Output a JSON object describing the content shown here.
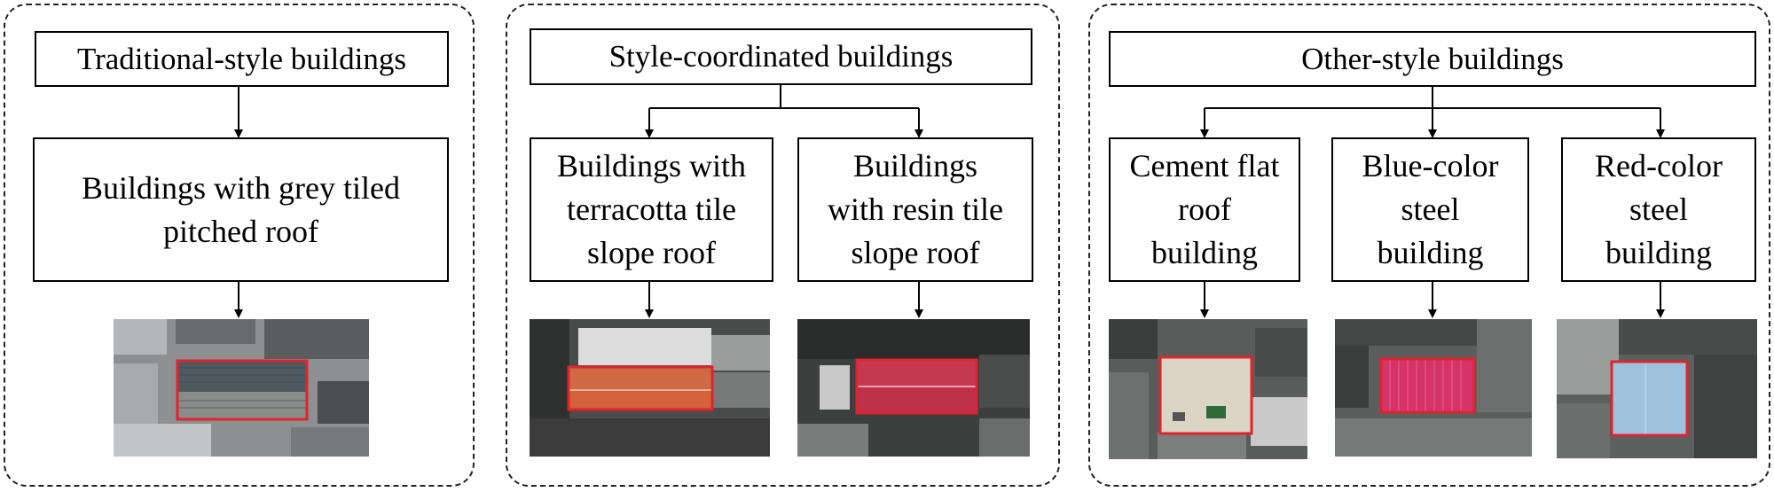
{
  "groups": [
    {
      "title": "Traditional-style buildings",
      "categories": [
        {
          "label": "Buildings with grey tiled\npitched roof",
          "photo": "grey-tiled-roof-aerial-photo"
        }
      ]
    },
    {
      "title": "Style-coordinated buildings",
      "categories": [
        {
          "label": "Buildings with\nterracotta tile\nslope roof",
          "photo": "terracotta-roof-aerial-photo"
        },
        {
          "label": "Buildings\nwith resin tile\nslope roof",
          "photo": "resin-roof-aerial-photo"
        }
      ]
    },
    {
      "title": "Other-style buildings",
      "categories": [
        {
          "label": "Cement flat\nroof\nbuilding",
          "photo": "cement-flat-roof-aerial-photo"
        },
        {
          "label": "Blue-color\nsteel\nbuilding",
          "photo": "blue-steel-roof-aerial-photo"
        },
        {
          "label": "Red-color\nsteel\nbuilding",
          "photo": "red-steel-roof-aerial-photo"
        }
      ]
    }
  ],
  "colors": {
    "highlight_frame": "#e0242f",
    "grey_roof": "#6f7173",
    "terracotta_roof": "#d55e3a",
    "resin_roof": "#c8364d",
    "cement_roof": "#d8d2c3",
    "blue_steel_label_roof": "#d8336a",
    "red_steel_label_roof": "#9fc3df"
  }
}
